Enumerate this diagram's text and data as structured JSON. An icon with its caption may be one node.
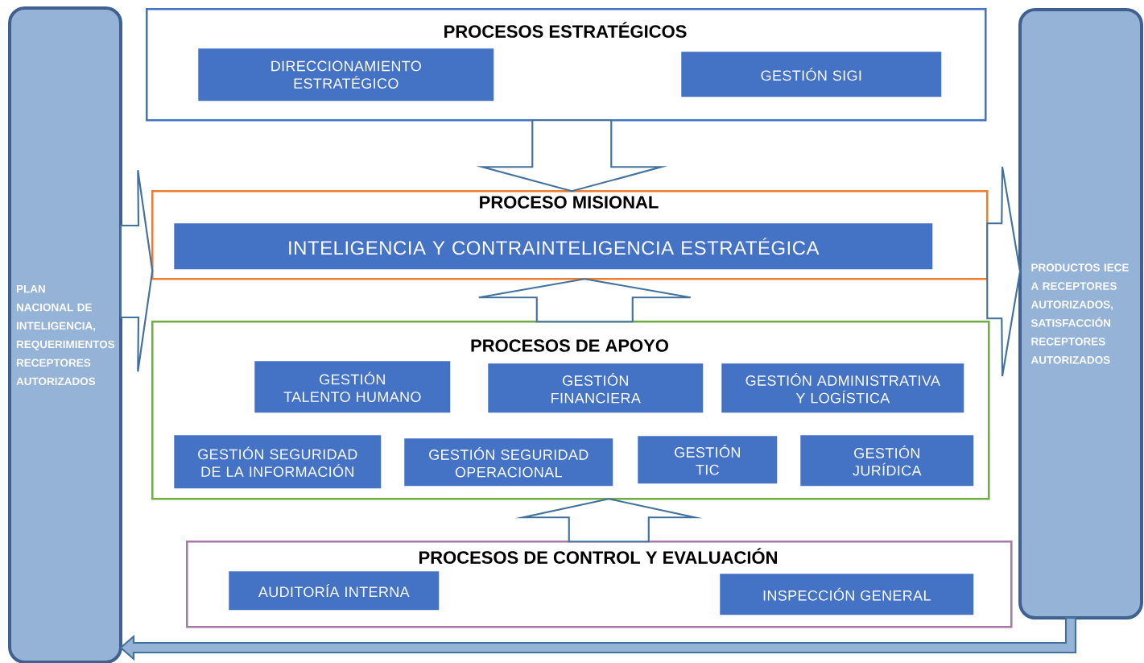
{
  "diagram": {
    "nodes": [
      {
        "text": [
          "PLAN NACIONAL DE INTELIGENCIA, REQUERIMIENTOS RECEPTORES AUTORIZADOS"
        ]
      },
      {
        "text": [
          "PROCESOS ESTRATÉGICOS"
        ]
      },
      {
        "text": [
          "DIRECCIONAMIENTO ESTRATÉGICO"
        ],
        "in": 1
      },
      {
        "text": [
          "GESTIÓN SIGI"
        ],
        "in": 1
      },
      {
        "text": [
          "PROCESO MISIONAL"
        ]
      },
      {
        "text": [
          "INTELIGENCIA Y CONTRAINTELIGENCIA ESTRATÉGICA"
        ],
        "in": 4
      },
      {
        "text": [
          "PROCESOS DE APOYO"
        ]
      },
      {
        "text": [
          "GESTIÓN TALENTO HUMANO"
        ],
        "in": 6
      },
      {
        "text": [
          "GESTIÓN FINANCIERA"
        ],
        "in": 6
      },
      {
        "text": [
          "GESTIÓN ADMINISTRATIVA Y LOGÍSTICA"
        ],
        "in": 6
      },
      {
        "text": [
          "GESTIÓN SEGURIDAD DE LA INFORMACIÓN"
        ],
        "in": 6
      },
      {
        "text": [
          "GESTIÓN SEGURIDAD OPERACIONAL"
        ],
        "in": 6
      },
      {
        "text": [
          "GESTIÓN TIC"
        ],
        "in": 6
      },
      {
        "text": [
          "GESTIÓN JURÍDICA"
        ],
        "in": 6
      },
      {
        "text": [
          "PROCESOS DE CONTROL Y EVALUACIÓN"
        ]
      },
      {
        "text": [
          "AUDITORÍA INTERNA"
        ],
        "in": 14
      },
      {
        "text": [
          "INSPECCIÓN GENERAL"
        ],
        "in": 14
      },
      {
        "text": [
          "PRODUCTOS IECE A RECEPTORES AUTORIZADOS, SATISFACCIÓN RECEPTORES AUTORIZADOS"
        ]
      }
    ],
    "edges": [
      {
        "from": 1,
        "to": 4,
        "arrow": "to"
      },
      {
        "from": 6,
        "to": 4,
        "arrow": "to"
      },
      {
        "from": 14,
        "to": 6,
        "arrow": "to"
      },
      {
        "from": 0,
        "to": 4,
        "arrow": "to"
      },
      {
        "from": 4,
        "to": 17,
        "arrow": "to"
      },
      {
        "from": 17,
        "to": 0,
        "arrow": "to"
      }
    ]
  }
}
